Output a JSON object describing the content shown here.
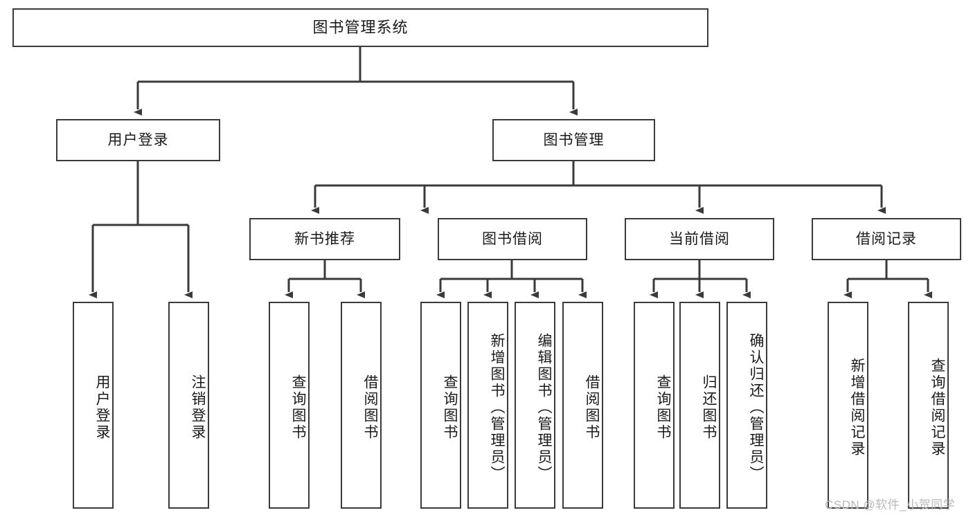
{
  "diagram": {
    "type": "tree",
    "title": "图书管理系统",
    "stroke_color": "#3a3a3a",
    "background_color": "#ffffff",
    "watermark": "CSDN @软件_小贺同学",
    "nodes": {
      "root": {
        "label": "图书管理系统"
      },
      "l2": [
        {
          "id": "user_login",
          "label": "用户登录"
        },
        {
          "id": "book_mgmt",
          "label": "图书管理"
        }
      ],
      "l3": [
        {
          "id": "new_book_rec",
          "label": "新书推荐"
        },
        {
          "id": "book_borrow",
          "label": "图书借阅"
        },
        {
          "id": "current_borrow",
          "label": "当前借阅"
        },
        {
          "id": "borrow_record",
          "label": "借阅记录"
        }
      ],
      "leaves": [
        {
          "id": "leaf_user_login",
          "label": "用户登录",
          "parent": "user_login"
        },
        {
          "id": "leaf_logout",
          "label": "注销登录",
          "parent": "user_login"
        },
        {
          "id": "leaf_query_book_1",
          "label": "查询图书",
          "parent": "new_book_rec"
        },
        {
          "id": "leaf_borrow_book_1",
          "label": "借阅图书",
          "parent": "new_book_rec"
        },
        {
          "id": "leaf_query_book_2",
          "label": "查询图书",
          "parent": "book_borrow"
        },
        {
          "id": "leaf_add_book",
          "label": "新增图书（管理员）",
          "parent": "book_borrow"
        },
        {
          "id": "leaf_edit_book",
          "label": "编辑图书（管理员）",
          "parent": "book_borrow"
        },
        {
          "id": "leaf_borrow_book_2",
          "label": "借阅图书",
          "parent": "book_borrow"
        },
        {
          "id": "leaf_query_book_3",
          "label": "查询图书",
          "parent": "current_borrow"
        },
        {
          "id": "leaf_return_book",
          "label": "归还图书",
          "parent": "current_borrow"
        },
        {
          "id": "leaf_confirm_return",
          "label": "确认归还（管理员）",
          "parent": "current_borrow"
        },
        {
          "id": "leaf_add_record",
          "label": "新增借阅记录",
          "parent": "borrow_record"
        },
        {
          "id": "leaf_query_record",
          "label": "查询借阅记录",
          "parent": "borrow_record"
        }
      ]
    }
  }
}
